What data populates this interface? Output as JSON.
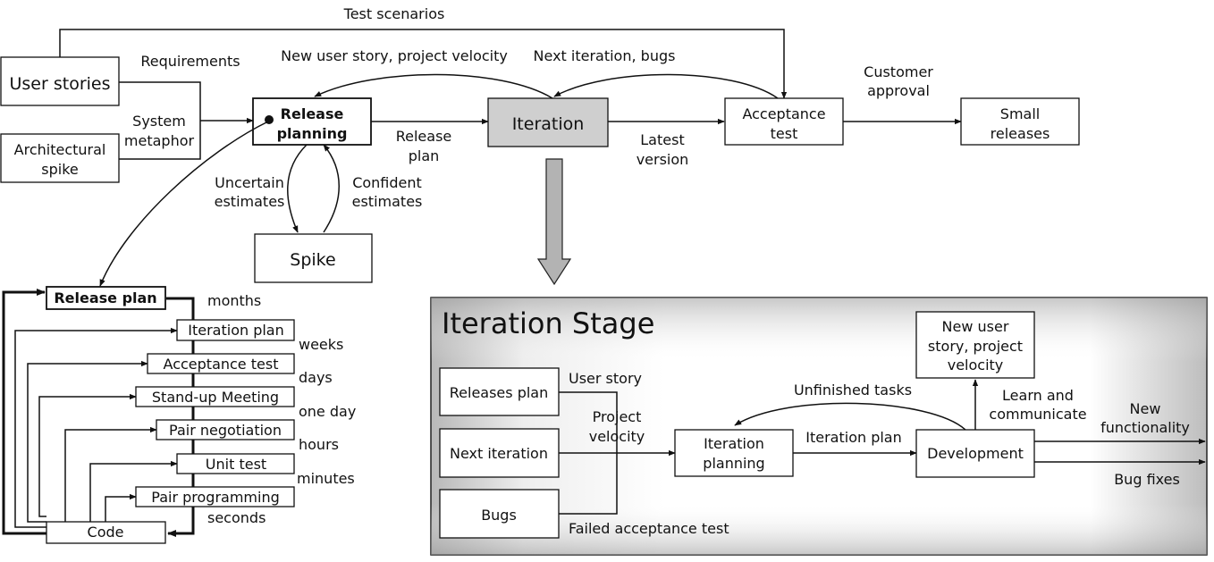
{
  "top_flow": {
    "user_stories": "User stories",
    "architectural_spike": [
      "Architectural",
      "spike"
    ],
    "release_planning": [
      "Release",
      "planning"
    ],
    "iteration": "Iteration",
    "acceptance_test": [
      "Acceptance",
      "test"
    ],
    "small_releases": [
      "Small",
      "releases"
    ],
    "spike": "Spike",
    "labels": {
      "test_scenarios": "Test scenarios",
      "requirements": "Requirements",
      "system_metaphor": [
        "System",
        "metaphor"
      ],
      "new_user_story_velocity": "New user story, project velocity",
      "next_iteration_bugs": "Next iteration, bugs",
      "customer_approval": [
        "Customer",
        "approval"
      ],
      "release_plan": [
        "Release",
        "plan"
      ],
      "latest_version": [
        "Latest",
        "version"
      ],
      "uncertain_estimates": [
        "Uncertain",
        "estimates"
      ],
      "confident_estimates": [
        "Confident",
        "estimates"
      ]
    }
  },
  "cycles": {
    "items": [
      {
        "label": "Release plan",
        "time": "months"
      },
      {
        "label": "Iteration plan",
        "time": "weeks"
      },
      {
        "label": "Acceptance test",
        "time": "days"
      },
      {
        "label": "Stand-up Meeting",
        "time": "one day"
      },
      {
        "label": "Pair negotiation",
        "time": "hours"
      },
      {
        "label": "Unit test",
        "time": "minutes"
      },
      {
        "label": "Pair programming",
        "time": "seconds"
      }
    ],
    "code": "Code"
  },
  "iteration_stage": {
    "title": "Iteration Stage",
    "releases_plan": "Releases plan",
    "next_iteration": "Next iteration",
    "bugs": "Bugs",
    "iteration_planning": [
      "Iteration",
      "planning"
    ],
    "development": "Development",
    "new_user_story": [
      "New user",
      "story, project",
      "velocity"
    ],
    "labels": {
      "user_story": "User story",
      "project_velocity": [
        "Project",
        "velocity"
      ],
      "failed_acceptance_test": "Failed acceptance test",
      "iteration_plan": "Iteration plan",
      "unfinished_tasks": "Unfinished tasks",
      "learn_and_communicate": [
        "Learn and",
        "communicate"
      ],
      "new_functionality": [
        "New",
        "functionality"
      ],
      "bug_fixes": "Bug fixes"
    }
  }
}
